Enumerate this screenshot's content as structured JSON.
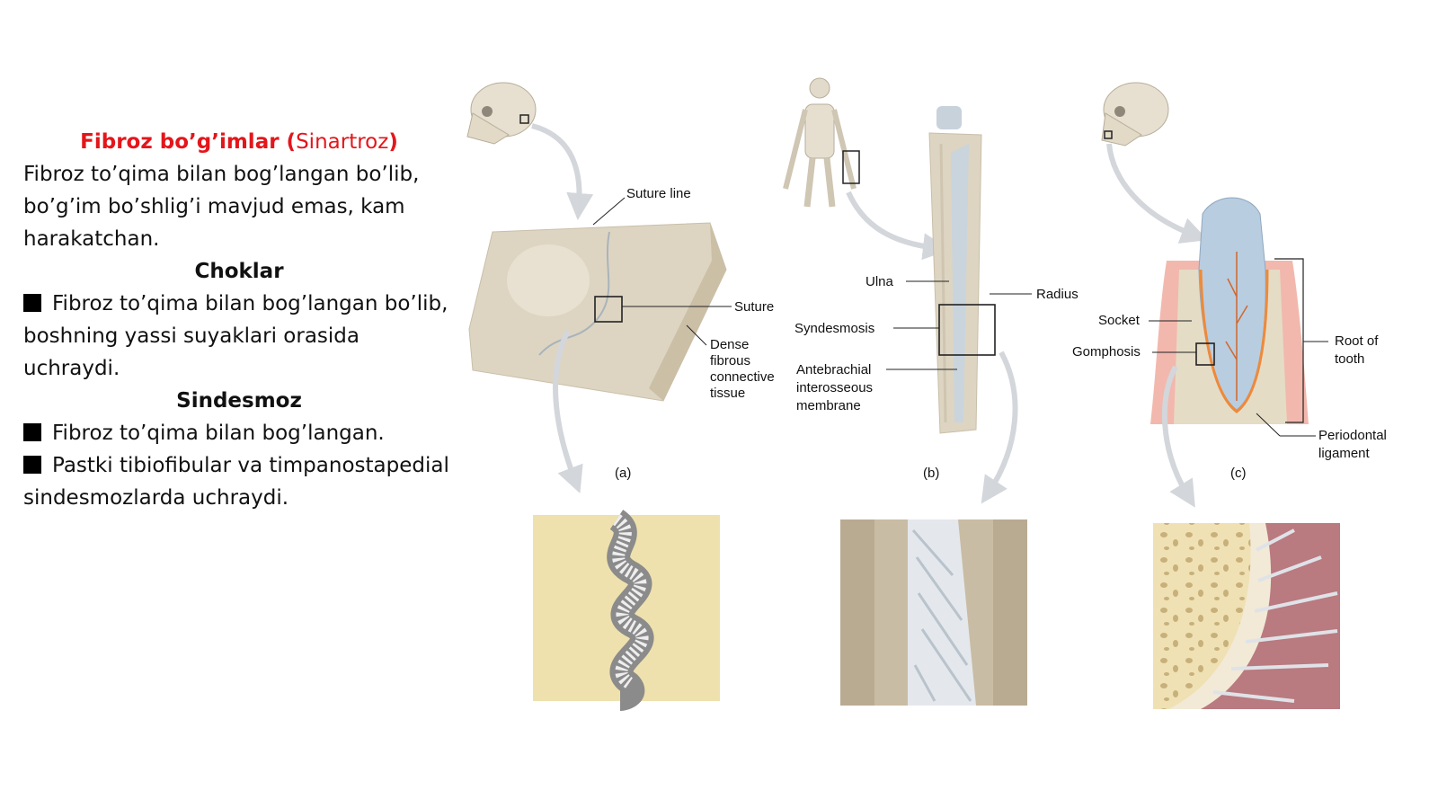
{
  "text": {
    "title_bold": "Fibroz bo’g’imlar (",
    "title_sub": "Sinartroz",
    "title_close": ")",
    "intro": "Fibroz to’qima bilan bog’langan bo’lib, bo’g’im bo’shlig’i mavjud emas, kam harakatchan.",
    "heading1": "Choklar",
    "bullet1": "Fibroz to’qima bilan bog’langan bo’lib, boshning yassi suyaklari orasida uchraydi.",
    "heading2": "Sindesmoz",
    "bullet2": "Fibroz to’qima bilan bog’langan.",
    "bullet3": "Pastki tibiofibular va timpanostapedial sindesmozlarda uchraydi."
  },
  "figure": {
    "panel_a": {
      "caption": "(a)",
      "suture_line": "Suture line",
      "suture": "Suture",
      "dense_lines": [
        "Dense",
        "fibrous",
        "connective",
        "tissue"
      ]
    },
    "panel_b": {
      "caption": "(b)",
      "ulna": "Ulna",
      "radius": "Radius",
      "syndesmosis": "Syndesmosis",
      "membrane_lines": [
        "Antebrachial",
        "interosseous",
        "membrane"
      ]
    },
    "panel_c": {
      "caption": "(c)",
      "socket": "Socket",
      "gomphosis": "Gomphosis",
      "root_lines": [
        "Root of",
        "tooth"
      ],
      "periodontal_lines": [
        "Periodontal",
        "ligament"
      ]
    }
  },
  "colors": {
    "title_red": "#e3161b",
    "bone": "#ddd5c2",
    "ligament": "#c9d4dd",
    "gum": "#f2b8ad",
    "tooth_root": "#ee8a3a"
  }
}
